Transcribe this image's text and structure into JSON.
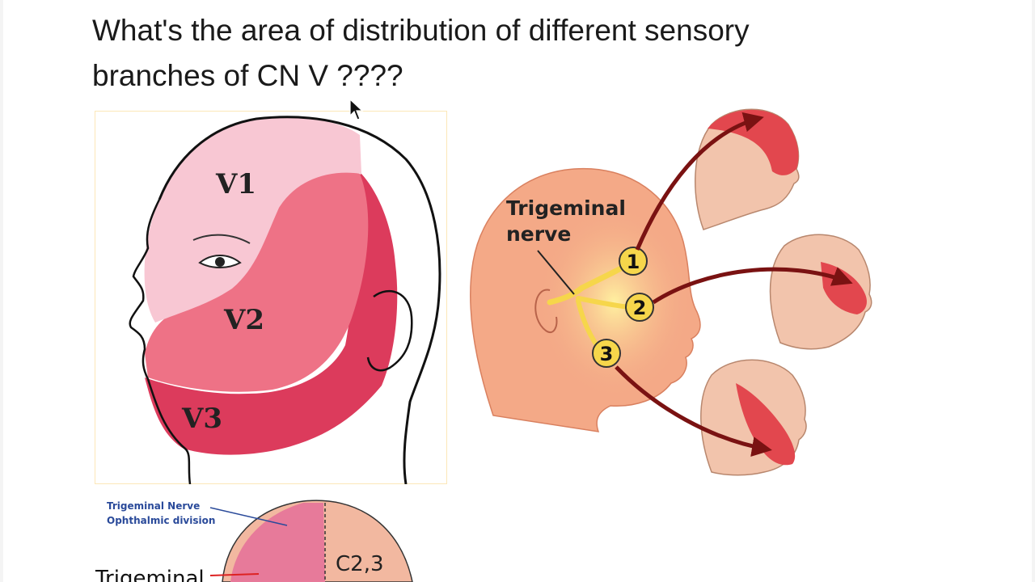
{
  "slide": {
    "title_line1": "What's the area of distribution of different sensory",
    "title_line2": "branches of CN V ????"
  },
  "face_diagram": {
    "labels": [
      "V1",
      "V2",
      "V3"
    ],
    "colors": {
      "v1": "#f8c7d3",
      "v2": "#ee7286",
      "v3": "#dc3b5c",
      "border": "#fce7b8"
    }
  },
  "trigeminal_diagram": {
    "nerve_label_1": "Trigeminal",
    "nerve_label_2": "nerve",
    "branch_numbers": [
      "1",
      "2",
      "3"
    ],
    "colors": {
      "head": "#f4a987",
      "nerve": "#f6d64b",
      "arrow": "#7a1212",
      "shade": "#e2474e"
    }
  },
  "bottom_diagram": {
    "caption_line1": "Trigeminal Nerve",
    "caption_line2": "Ophthalmic division",
    "region_label": "C2,3",
    "side_label": "Trigeminal"
  }
}
